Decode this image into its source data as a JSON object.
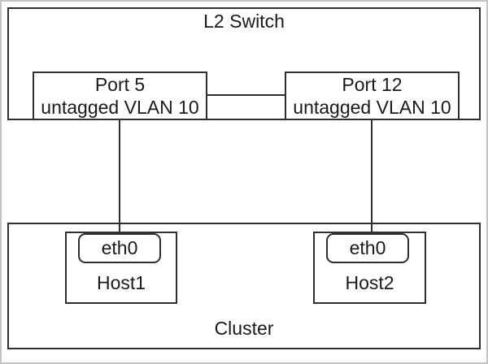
{
  "switch": {
    "label": "L2 Switch",
    "ports": [
      {
        "name": "Port 5",
        "vlan": "untagged VLAN 10"
      },
      {
        "name": "Port 12",
        "vlan": "untagged VLAN 10"
      }
    ]
  },
  "cluster": {
    "label": "Cluster",
    "hosts": [
      {
        "name": "Host1",
        "interface": "eth0"
      },
      {
        "name": "Host2",
        "interface": "eth0"
      }
    ]
  },
  "connections": [
    {
      "from": "Port 5",
      "to": "Port 12",
      "type": "switch-internal-link"
    },
    {
      "from": "Port 5",
      "to": "Host1 eth0",
      "type": "cable"
    },
    {
      "from": "Port 12",
      "to": "Host2 eth0",
      "type": "cable"
    }
  ],
  "colors": {
    "line": "#2f2f2f",
    "text": "#1a1a1a",
    "frame": "#c4c4c4",
    "bg": "#ffffff"
  }
}
